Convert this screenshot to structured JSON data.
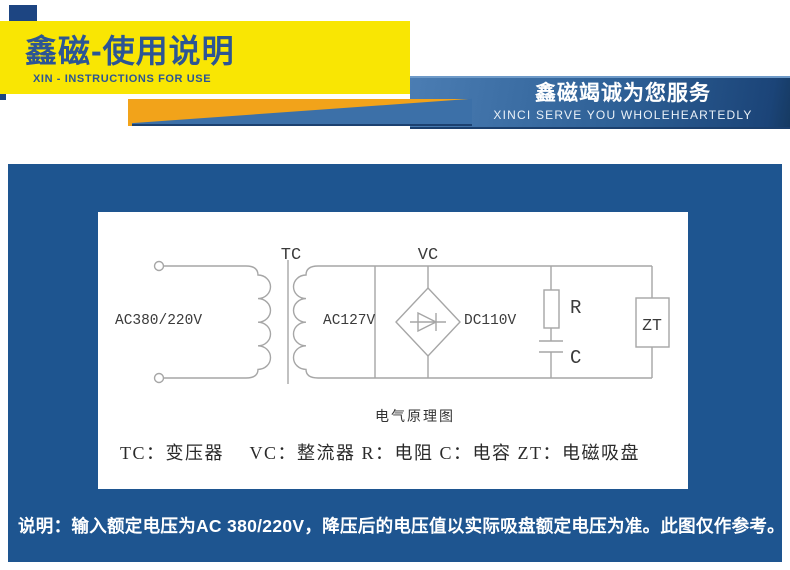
{
  "header": {
    "title": "鑫磁-使用说明",
    "subtitle": "XIN - INSTRUCTIONS FOR USE"
  },
  "service_banner": {
    "title": "鑫磁竭诚为您服务",
    "subtitle": "XINCI SERVE YOU WHOLEHEARTEDLY"
  },
  "schematic": {
    "caption": "电气原理图",
    "legend": "TC：变压器　 VC：整流器 R：电阻 C：电容 ZT：电磁吸盘",
    "labels": {
      "transformer": "TC",
      "rectifier": "VC",
      "primary_voltage": "AC380/220V",
      "secondary_voltage": "AC127V",
      "dc_output": "DC110V",
      "resistor": "R",
      "capacitor": "C",
      "magnetic_chuck": "ZT"
    }
  },
  "note": "说明：输入额定电压为AC 380/220V，降压后的电压值以实际吸盘额定电压为准。此图仅作参考。",
  "colors": {
    "yellow": "#F9E603",
    "navy_text": "#2C5594",
    "orange": "#F2A31A",
    "panel_blue": "#1E5590",
    "banner_blue": "#2E6096",
    "accent_navy": "#1D4582"
  }
}
